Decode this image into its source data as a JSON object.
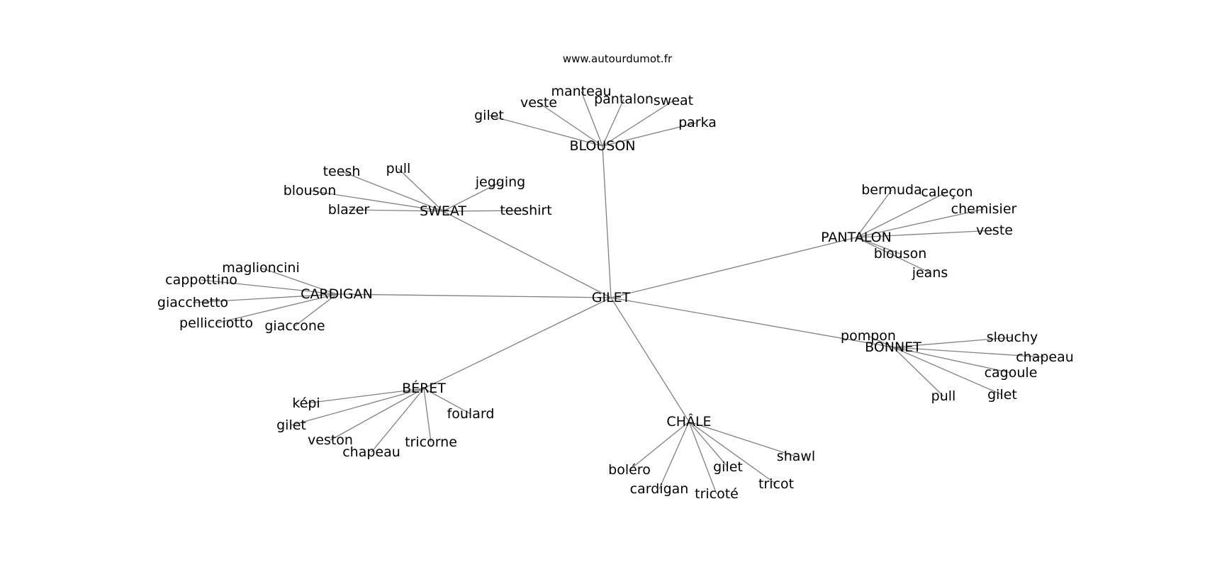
{
  "source": "www.autourdumot.fr",
  "graph": {
    "center": "GILET",
    "hubs": [
      {
        "id": "blouson",
        "label": "BLOUSON",
        "leaves": [
          "gilet",
          "veste",
          "manteau",
          "pantalon",
          "sweat",
          "parka"
        ]
      },
      {
        "id": "sweat",
        "label": "SWEAT",
        "leaves": [
          "teesh",
          "pull",
          "blouson",
          "blazer",
          "jegging",
          "teeshirt"
        ]
      },
      {
        "id": "pantalon",
        "label": "PANTALON",
        "leaves": [
          "bermuda",
          "caleçon",
          "chemisier",
          "veste",
          "blouson",
          "jeans"
        ]
      },
      {
        "id": "cardigan",
        "label": "CARDIGAN",
        "leaves": [
          "maglioncini",
          "cappottino",
          "giacchetto",
          "pellicciotto",
          "giaccone"
        ]
      },
      {
        "id": "bonnet",
        "label": "BONNET",
        "leaves": [
          "pompon",
          "slouchy",
          "chapeau",
          "cagoule",
          "pull",
          "gilet"
        ]
      },
      {
        "id": "beret",
        "label": "BÉRET",
        "leaves": [
          "képi",
          "gilet",
          "veston",
          "chapeau",
          "tricorne",
          "foulard"
        ]
      },
      {
        "id": "chale",
        "label": "CHÂLE",
        "leaves": [
          "boléro",
          "cardigan",
          "tricoté",
          "gilet",
          "tricot",
          "shawl"
        ]
      }
    ]
  }
}
